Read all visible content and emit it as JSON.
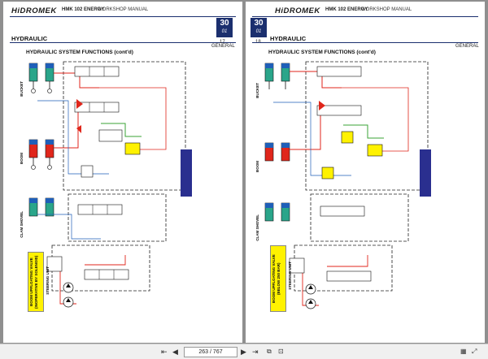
{
  "brand": "HiDROMEK",
  "model": "HMK 102 ENERGY",
  "manual_label": "WORKSHOP MANUAL",
  "badge": {
    "main": "30",
    "sub": "01"
  },
  "section_title": "HYDRAULIC",
  "subsection": "GENERAL",
  "diagram_title": "HYDRAULIC SYSTEM FUNCTIONS (cont'd)",
  "pages": [
    {
      "page_number": "17",
      "labels": [
        "BUCKET",
        "BOOM",
        "CLAM SHOVEL",
        "STEERING UNIT"
      ],
      "note": "BOOM UPFLOATING VALVE (INOPERATIVE BY SOLENOID)"
    },
    {
      "page_number": "18",
      "labels": [
        "BUCKET",
        "BOOM",
        "CLAM SHOVEL",
        "STEERING UNIT"
      ],
      "note": "BOOM UPFLOATING VALVE (BELOW 250 BAR)"
    }
  ],
  "toolbar": {
    "current_page": "263",
    "total_pages": "767",
    "separator": "/",
    "prev_arrow": "◀",
    "next_arrow": "▶",
    "first_arrow": "⇤",
    "last_arrow": "⇥"
  },
  "colors": {
    "navy": "#1b2f6e",
    "pressure_red": "#e0261b",
    "return_green": "#3aa335",
    "tank_blue": "#1f5fb8",
    "highlight_yellow": "#fff200",
    "teal": "#2aa58a"
  }
}
